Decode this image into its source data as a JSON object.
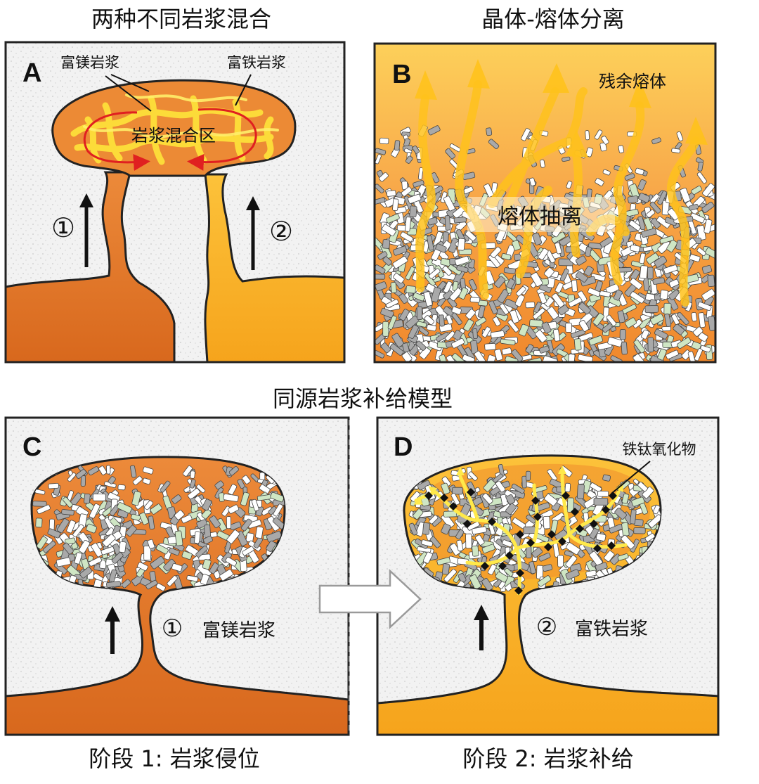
{
  "titles": {
    "top_left": "两种不同岩浆混合",
    "top_right": "晶体-熔体分离",
    "middle": "同源岩浆补给模型",
    "bottom_left": "阶段 1: 岩浆侵位",
    "bottom_right": "阶段 2: 岩浆补给"
  },
  "panel_a": {
    "letter": "A",
    "label_mg_magma": "富镁岩浆",
    "label_fe_magma": "富铁岩浆",
    "label_mixing_zone": "岩浆混合区",
    "marker_1": "①",
    "marker_2": "②"
  },
  "panel_b": {
    "letter": "B",
    "label_residual_melt": "残余熔体",
    "label_melt_extraction": "熔体抽离"
  },
  "panel_c": {
    "letter": "C",
    "marker": "①",
    "label_magma": "富镁岩浆"
  },
  "panel_d": {
    "letter": "D",
    "label_oxides": "铁钛氧化物",
    "marker": "②",
    "label_magma": "富铁岩浆"
  },
  "colors": {
    "mg_magma": "#e8792e",
    "fe_magma": "#fbb626",
    "host_rock": "#f1f1f1",
    "crystal_white": "#ffffff",
    "crystal_gray": "#a9a9a9",
    "crystal_green": "#cfe6c4",
    "oxide": "#111111",
    "flow_arrow": "#e02020"
  }
}
